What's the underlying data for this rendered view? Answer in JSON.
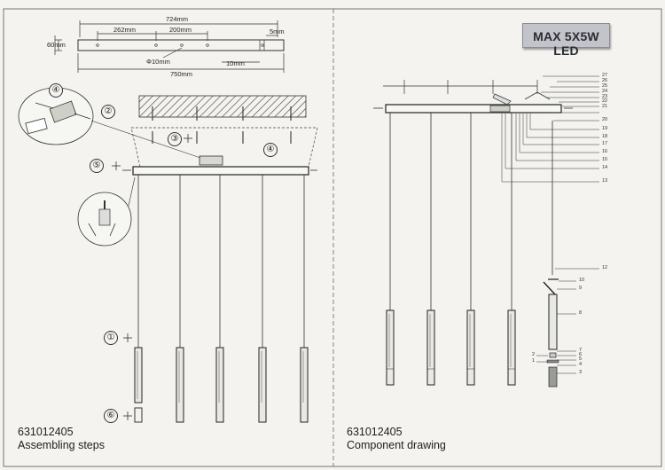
{
  "dimensions": {
    "total_top": "724mm",
    "span_262": "262mm",
    "span_200": "200mm",
    "edge_5": "5mm",
    "height_60": "60mm",
    "hole": "Φ10mm",
    "edge_10": "10mm",
    "total_bottom": "750mm"
  },
  "left_page": {
    "code": "631012405",
    "caption": "Assembling steps",
    "steps": [
      "①",
      "②",
      "③",
      "④",
      "⑤",
      "⑥"
    ]
  },
  "right_page": {
    "code": "631012405",
    "caption": "Component drawing",
    "badge": "MAX 5X5W LED",
    "callouts": [
      "27",
      "26",
      "25",
      "24",
      "23",
      "22",
      "21",
      "20",
      "19",
      "18",
      "17",
      "16",
      "15",
      "14",
      "13",
      "12",
      "10",
      "9",
      "8",
      "7",
      "6",
      "5",
      "4",
      "3",
      "2",
      "1"
    ]
  }
}
